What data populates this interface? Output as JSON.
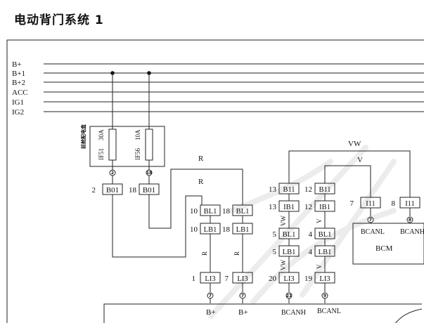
{
  "page": {
    "title": "电动背门系统 1"
  },
  "buses": [
    "B+",
    "B+1",
    "B+2",
    "ACC",
    "IG1",
    "IG2"
  ],
  "fusebox": {
    "label": "前舱配电盒",
    "fuses": [
      {
        "name": "IF51",
        "rating": "30A",
        "pin": "2"
      },
      {
        "name": "IF56",
        "rating": "10A",
        "pin": "18"
      }
    ],
    "pin_numbers": [
      "2",
      "18"
    ],
    "connector": "B01"
  },
  "wires": {
    "R": "R",
    "VW": "VW",
    "V": "V"
  },
  "connectors": {
    "bl1": "BL1",
    "lb1": "LB1",
    "li3": "LI3",
    "b11": "B11",
    "ib1": "IB1",
    "i11": "I11"
  },
  "pins": {
    "p1": "1",
    "p2": "2",
    "p4": "4",
    "p5": "5",
    "p7": "7",
    "p8": "8",
    "p10": "10",
    "p12": "12",
    "p13": "13",
    "p18": "18",
    "p19": "19",
    "p20": "20"
  },
  "splices": [
    "7",
    "7",
    "21",
    "9",
    "7",
    "8"
  ],
  "signals": {
    "bplus": "B+",
    "bcanh": "BCANH",
    "bcanl": "BCANL"
  },
  "module": {
    "name": "BCM"
  },
  "watermark": "汽车维修"
}
